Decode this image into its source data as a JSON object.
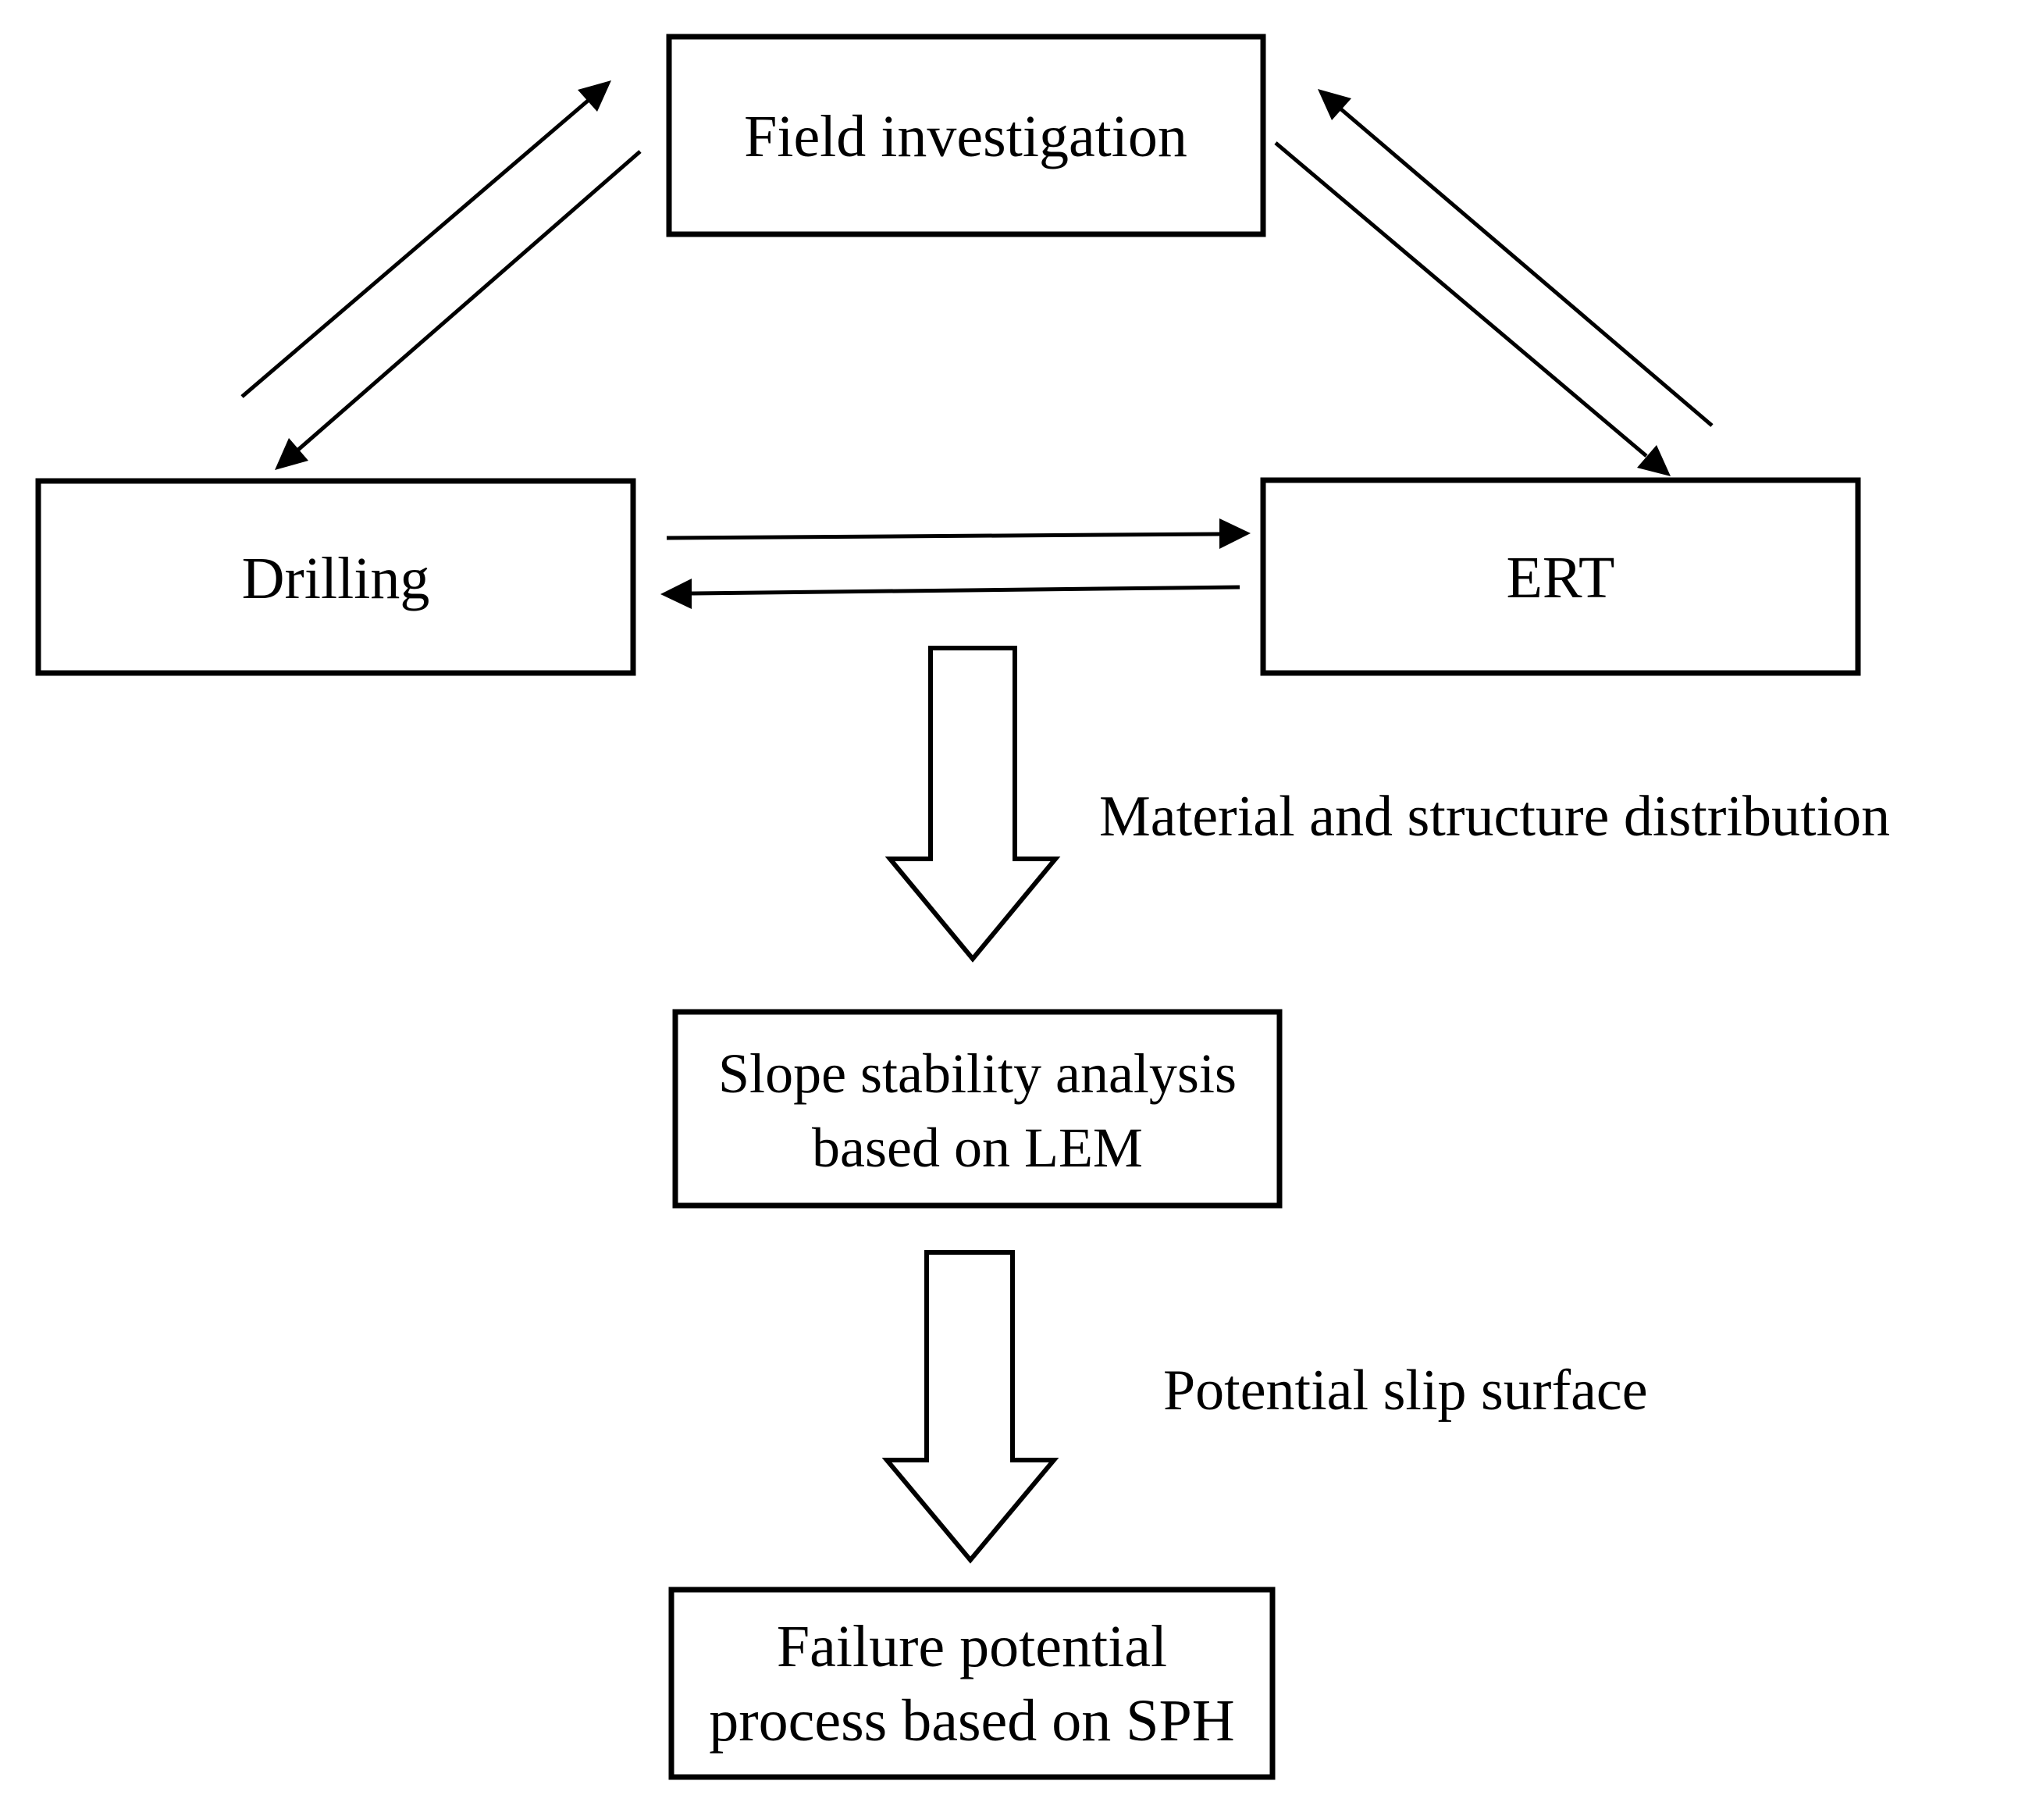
{
  "diagram": {
    "nodes": {
      "field_investigation": {
        "label": "Field investigation"
      },
      "drilling": {
        "label": "Drilling"
      },
      "ert": {
        "label": "ERT"
      },
      "lem": {
        "label_line1": "Slope stability analysis",
        "label_line2": "based on LEM"
      },
      "sph": {
        "label_line1": "Failure potential",
        "label_line2": "process based on SPH"
      }
    },
    "edge_labels": {
      "material_distribution": "Material and structure distribution",
      "potential_slip": "Potential slip surface"
    },
    "colors": {
      "line": "#000000",
      "box_fill": "#ffffff",
      "background": "#ffffff"
    }
  }
}
